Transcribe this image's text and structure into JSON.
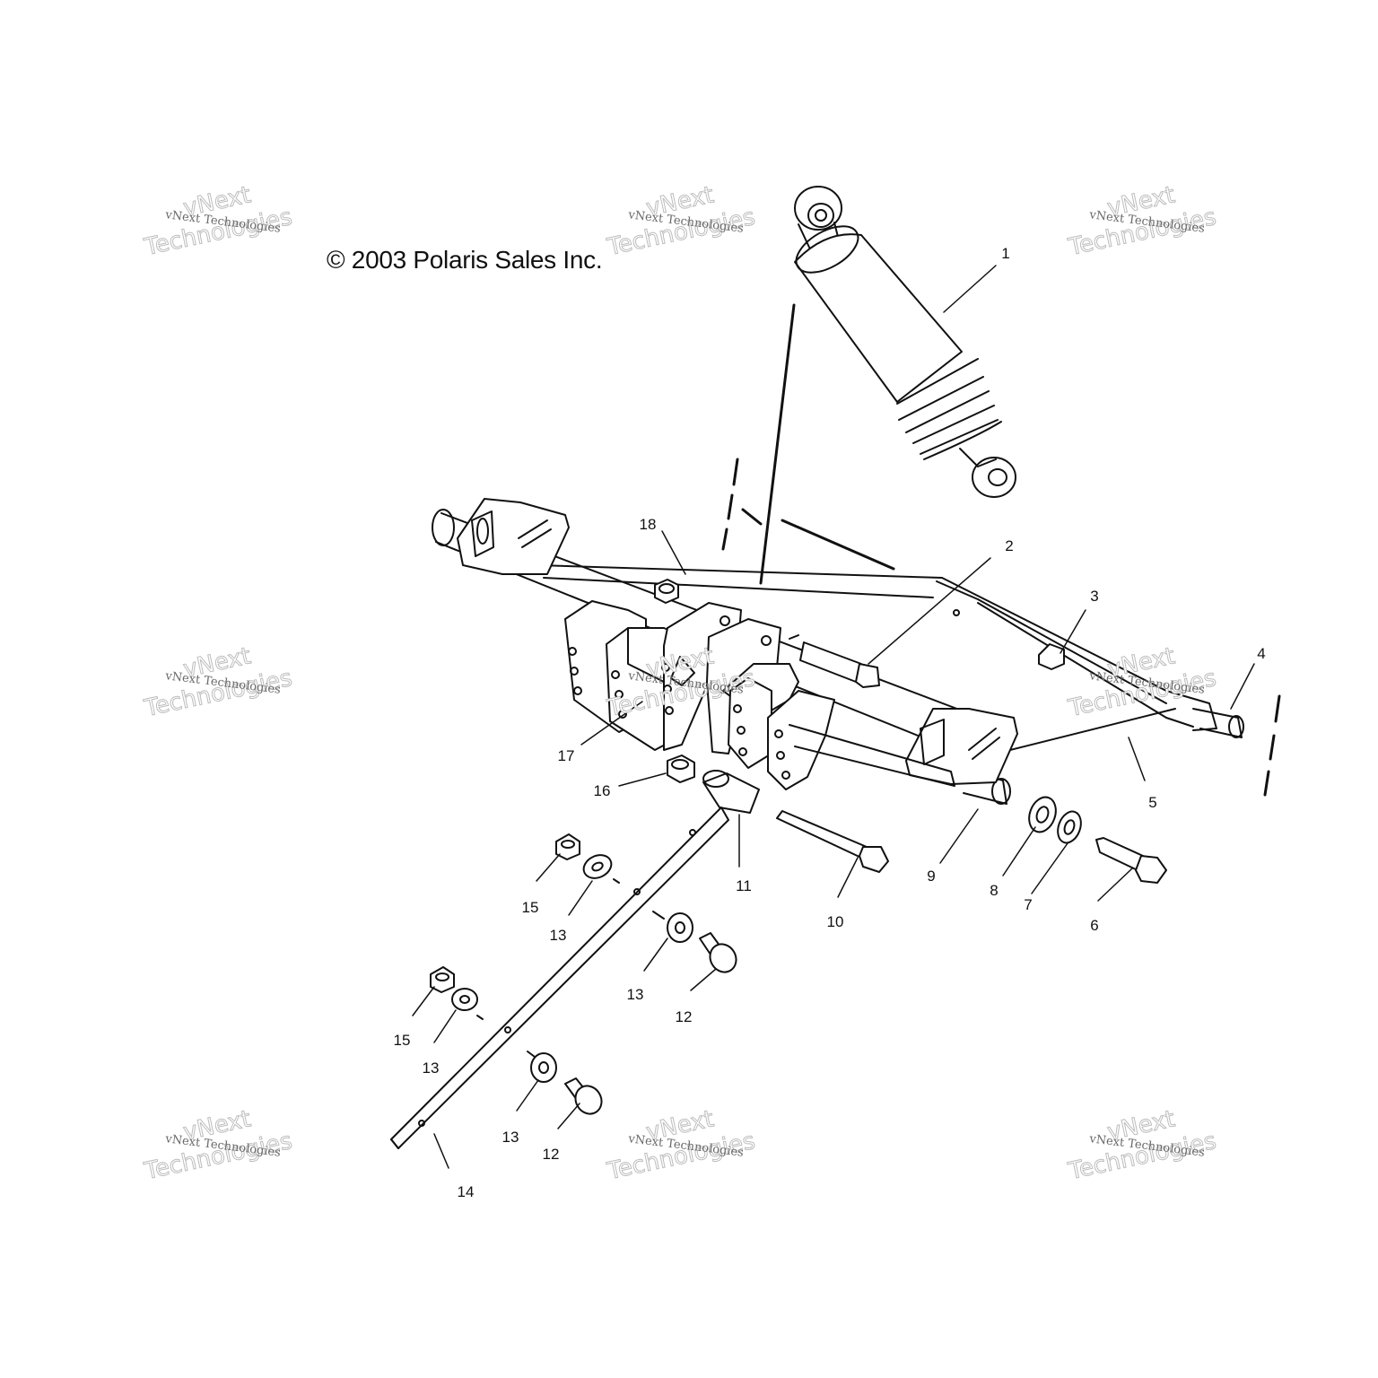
{
  "copyright": "© 2003 Polaris Sales Inc.",
  "watermark": {
    "small_text": "vNext Technologies",
    "big_line1": "vNext",
    "big_line2": "Technologies"
  },
  "callouts": {
    "c1": "1",
    "c2": "2",
    "c3": "3",
    "c4": "4",
    "c5": "5",
    "c6": "6",
    "c7": "7",
    "c8": "8",
    "c9": "9",
    "c10": "10",
    "c11": "11",
    "c12a": "12",
    "c12b": "12",
    "c13a": "13",
    "c13b": "13",
    "c13c": "13",
    "c13d": "13",
    "c14": "14",
    "c15a": "15",
    "c15b": "15",
    "c16": "16",
    "c17": "17",
    "c18": "18"
  },
  "colors": {
    "line": "#111111",
    "background": "#ffffff"
  }
}
